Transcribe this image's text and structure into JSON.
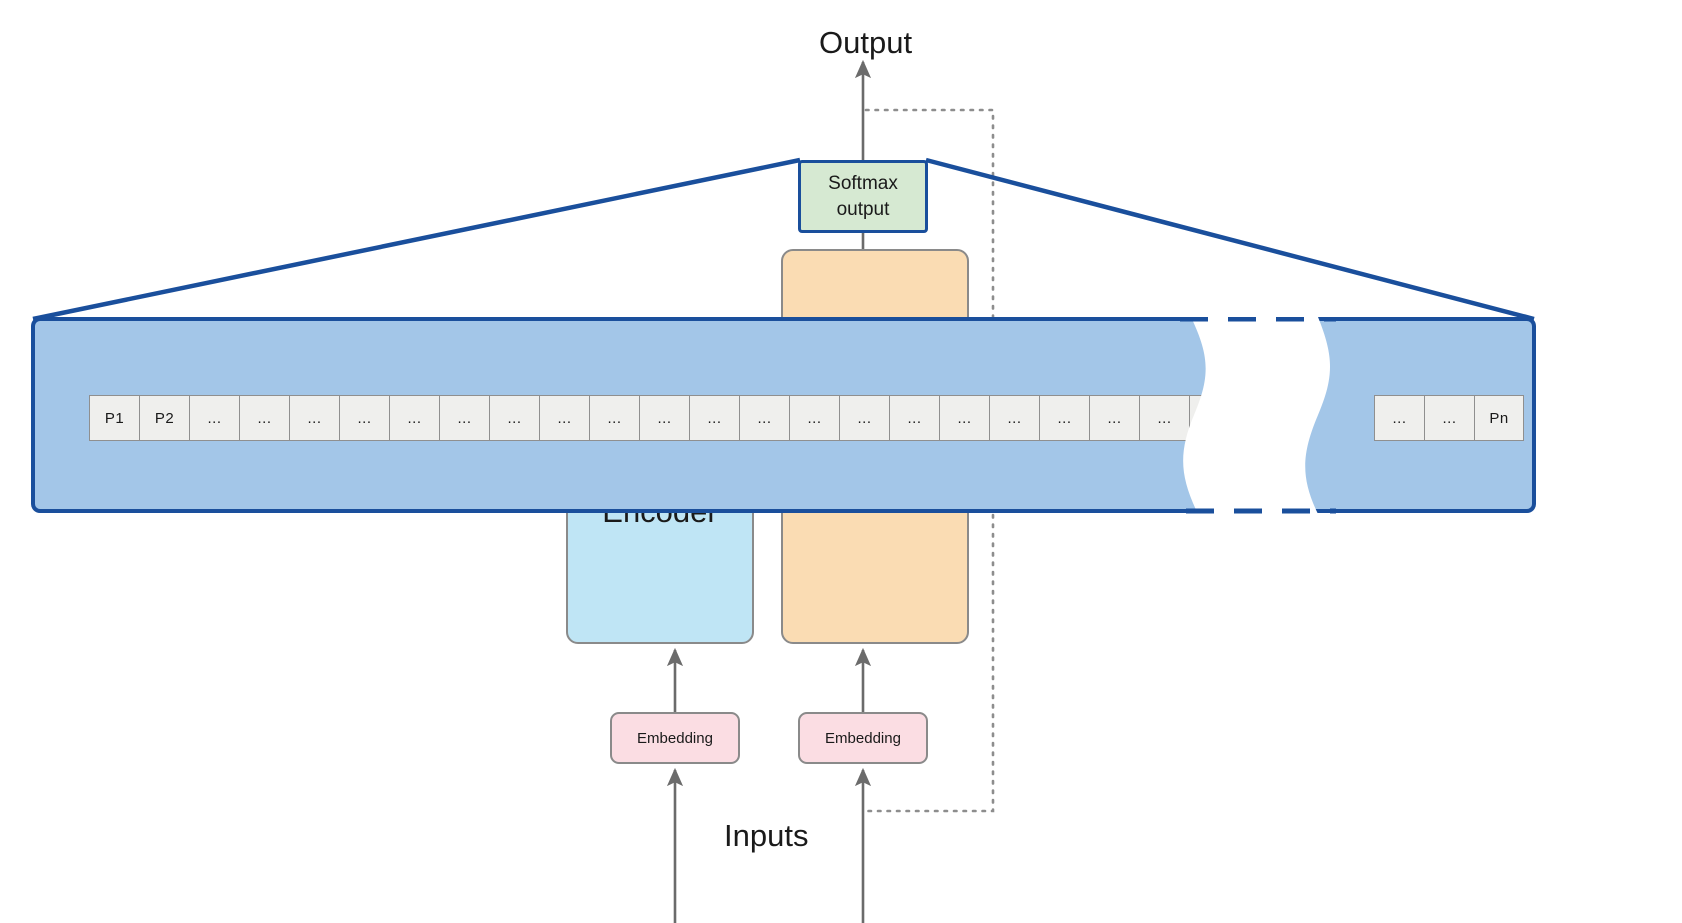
{
  "diagram": {
    "title_top": "Output",
    "title_bottom": "Inputs",
    "encoder_label": "Encoder",
    "softmax_label": "Softmax\noutput",
    "softmax_line1": "Softmax",
    "softmax_line2": "output",
    "embedding_encoder_label": "Embedding",
    "embedding_decoder_label": "Embedding",
    "colors": {
      "panel_fill": "#a3c6e8",
      "panel_border": "#1a4f9c",
      "encoder_fill": "#bfe5f5",
      "decoder_fill": "#fadcb3",
      "softmax_fill": "#d6e9d2",
      "embedding_fill": "#fbdde3",
      "cell_fill": "#efefed",
      "cell_border": "#8f8f8f",
      "arrow_gray": "#6b6b6b",
      "text": "#1a1a1a",
      "background": "#ffffff"
    },
    "token_cells_left": [
      "P1",
      "P2",
      "...",
      "...",
      "...",
      "...",
      "...",
      "...",
      "...",
      "...",
      "...",
      "...",
      "...",
      "...",
      "...",
      "...",
      "...",
      "...",
      "...",
      "...",
      "...",
      "...",
      "..."
    ],
    "token_cells_right": [
      "...",
      "...",
      "Pn"
    ],
    "token_gap_marker": "torn-break",
    "arrow_semantics": [
      "inputs-to-embedding-encoder",
      "inputs-to-embedding-decoder",
      "embedding-encoder-to-encoder",
      "embedding-decoder-to-decoder",
      "decoder-to-softmax",
      "softmax-to-output",
      "output-feedback-to-inputs"
    ]
  }
}
